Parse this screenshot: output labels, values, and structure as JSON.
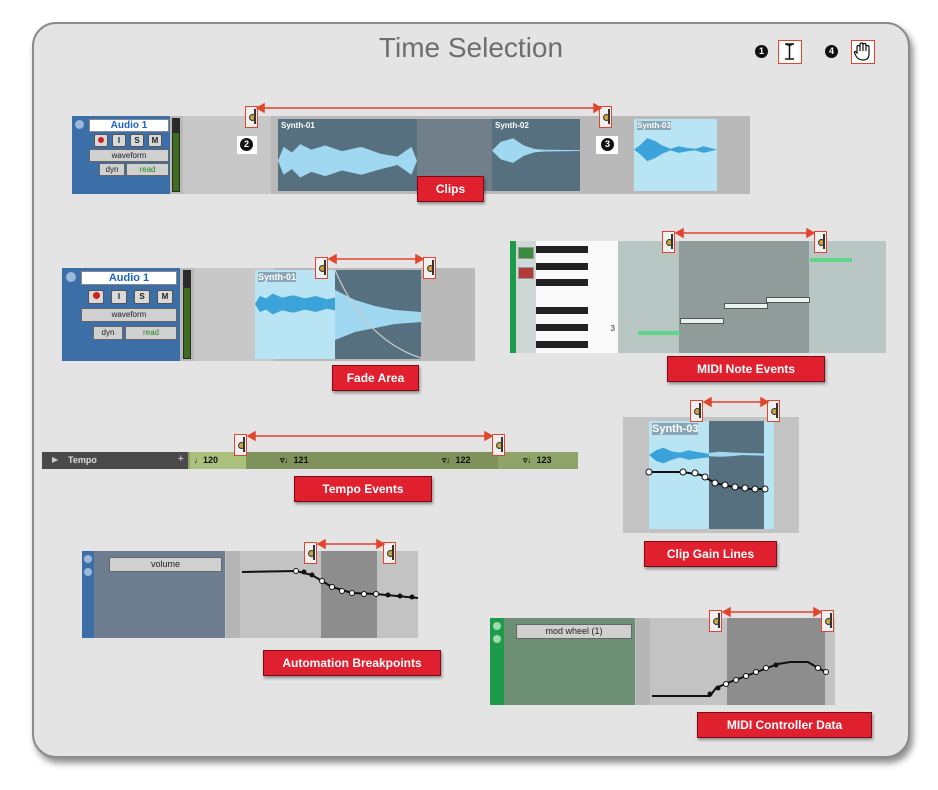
{
  "title": "Time Selection",
  "tool_numbers": [
    "1",
    "4"
  ],
  "tools": [
    {
      "icon": "i-beam-cursor-icon",
      "number": "1"
    },
    {
      "icon": "grabber-hand-icon",
      "number": "4"
    }
  ],
  "track1": {
    "name": "Audio 1",
    "buttons": [
      "I",
      "S",
      "M"
    ],
    "view": "waveform",
    "dyn": "dyn",
    "auto": "read",
    "clips": [
      "Synth-01",
      "Synth-02",
      "Synth-03"
    ],
    "markers": [
      "2",
      "3"
    ]
  },
  "track2": {
    "name": "Audio 1",
    "buttons": [
      "I",
      "S",
      "M"
    ],
    "view": "waveform",
    "dyn": "dyn",
    "auto": "read",
    "clip": "Synth-01"
  },
  "midi": {
    "octave": "3"
  },
  "tempo": {
    "label": "Tempo",
    "events": [
      "120",
      "121",
      "122",
      "123"
    ]
  },
  "clip_gain": {
    "clip": "Synth-03"
  },
  "automation": {
    "param": "volume"
  },
  "controller": {
    "param": "mod wheel (1)"
  },
  "labels": {
    "clips": "Clips",
    "fade": "Fade Area",
    "midi_notes": "MIDI Note Events",
    "tempo": "Tempo Events",
    "clip_gain": "Clip Gain Lines",
    "automation": "Automation Breakpoints",
    "controller": "MIDI Controller Data"
  },
  "colors": {
    "label_bg": "#e0202e",
    "marker_border": "#e2452e",
    "arrow": "#e2452e",
    "track_blue": "#3c6ea8",
    "clip_light": "#b8e4f4",
    "clip_dark": "#56707f"
  }
}
